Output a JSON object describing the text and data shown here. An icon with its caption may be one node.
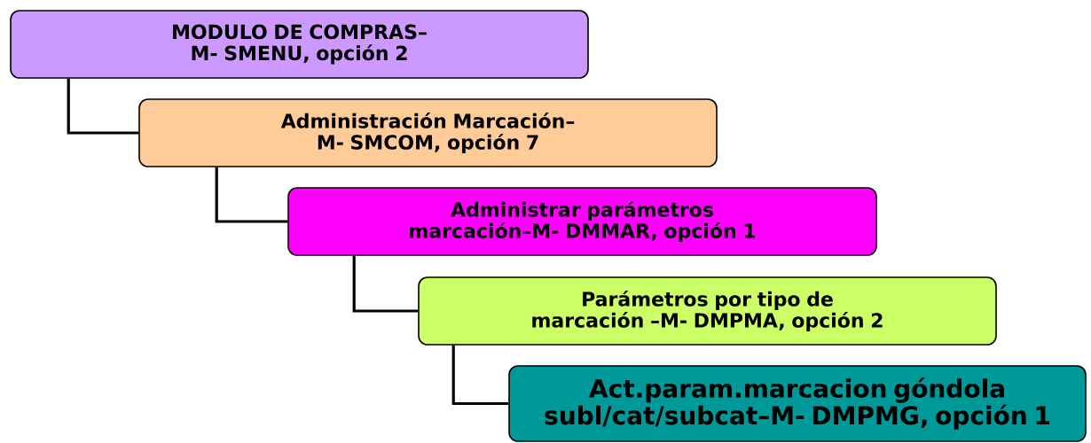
{
  "diagram": {
    "nodes": [
      {
        "text": [
          "MODULO DE COMPRAS–M- SMENU, opción 2"
        ]
      },
      {
        "text": [
          "Administración Marcación–M- SMCOM, opción 7"
        ]
      },
      {
        "text": [
          "Administrar parámetros marcación–M- DMMAR, opción 1"
        ]
      },
      {
        "text": [
          "Parámetros por tipo de marcación –M- DMPMA, opción 2"
        ]
      },
      {
        "text": [
          "Act.param.marcacion góndola subl/cat/subcat–M- DMPMG, opción 1"
        ]
      }
    ],
    "edges": [
      {
        "from": 0,
        "to": 1,
        "arrow": "none"
      },
      {
        "from": 1,
        "to": 2,
        "arrow": "none"
      },
      {
        "from": 2,
        "to": 3,
        "arrow": "none"
      },
      {
        "from": 3,
        "to": 4,
        "arrow": "none"
      }
    ]
  }
}
